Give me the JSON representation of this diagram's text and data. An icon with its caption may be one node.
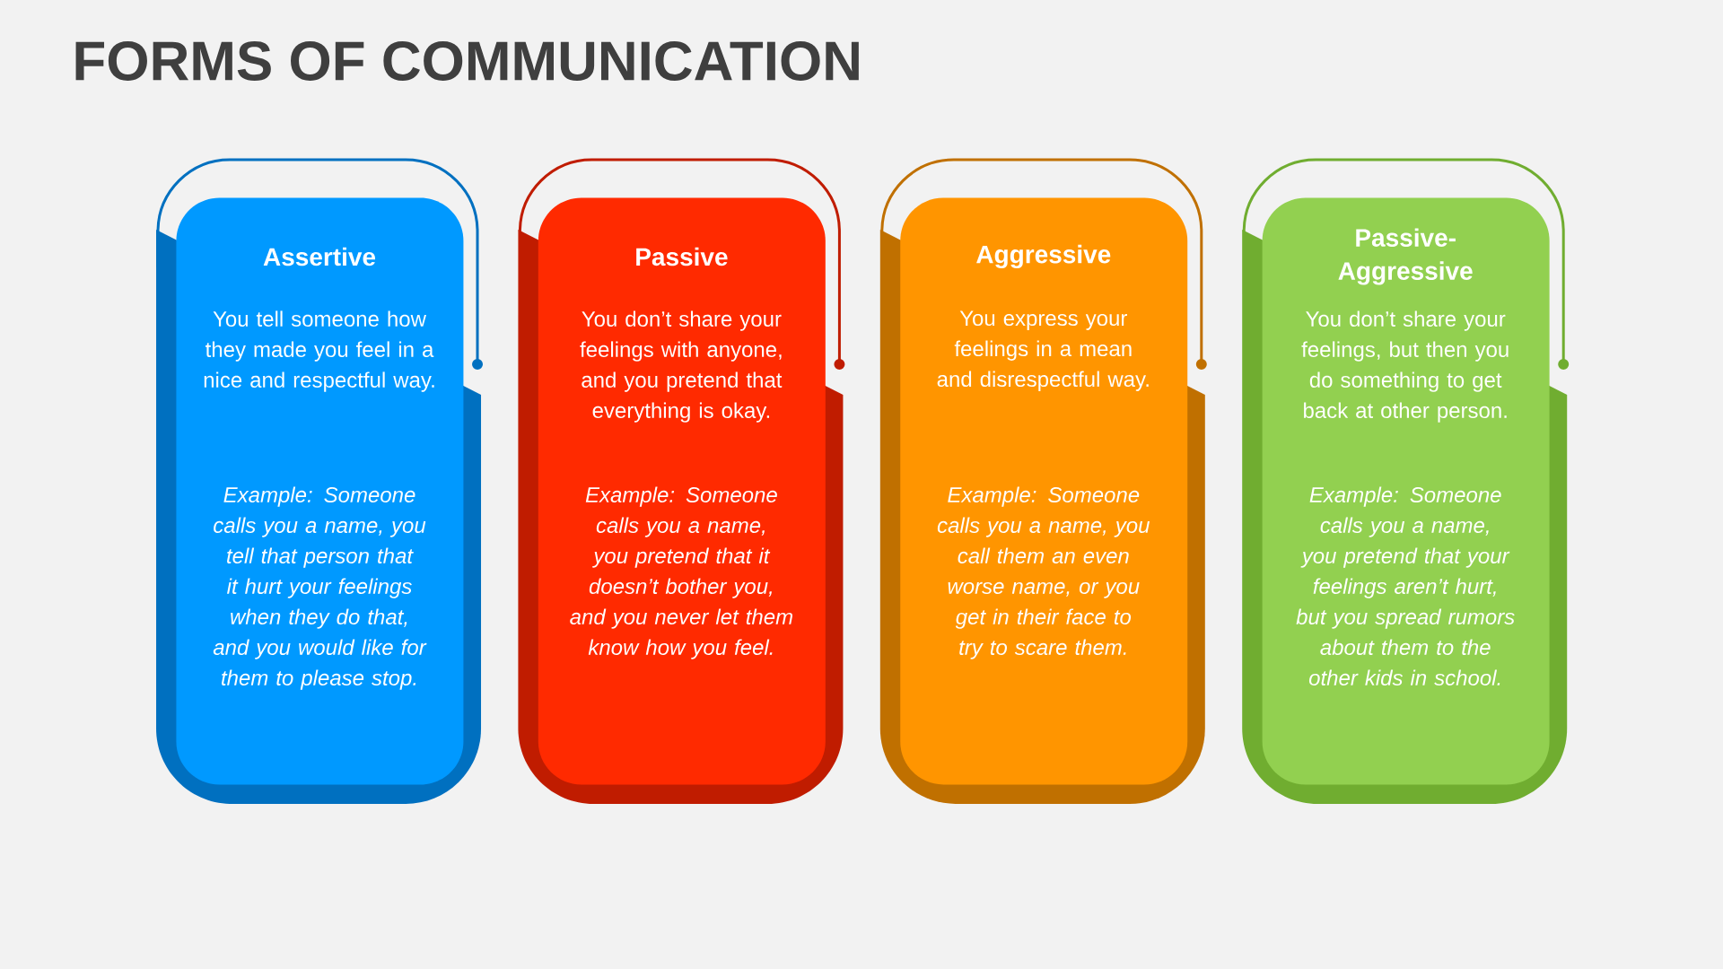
{
  "diagram": {
    "title": "FORMS OF COMMUNICATION",
    "nodes": [
      {
        "text": [
          "Assertive",
          "You tell someone how they made you feel in a nice and respectful way.",
          "Example: Someone calls you a name, you tell that person that it hurt your feelings when they do that, and you would like for them to please stop."
        ]
      },
      {
        "text": [
          "Passive",
          "You don’t share your feelings with anyone, and you pretend that everything is okay.",
          "Example: Someone calls you a name, you pretend that it doesn’t bother you, and you never let them know how you feel."
        ]
      },
      {
        "text": [
          "Aggressive",
          "You express your feelings in a mean and disrespectful way.",
          "Example: Someone calls you a name, you call them an even worse name, or you get in their face to try to scare them."
        ]
      },
      {
        "text": [
          "Passive-Aggressive",
          "You don’t share your feelings, but then you do something to get back at other person.",
          "Example: Someone calls you a name, you pretend that your feelings aren’t hurt, but you spread rumors about them to the other kids in school."
        ]
      }
    ]
  }
}
